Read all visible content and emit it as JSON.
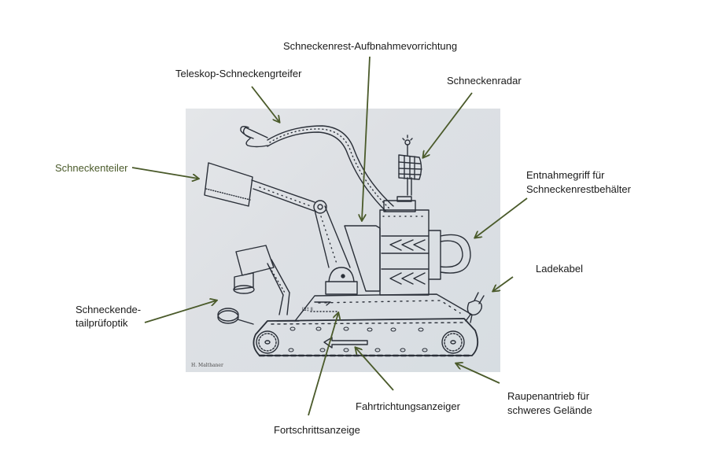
{
  "labels": {
    "aufnahme": "Schneckenrest-Aufbnahmevorrichtung",
    "teleskop": "Teleskop-Schneckengrteifer",
    "radar": "Schneckenradar",
    "teiler": "Schneckenteiler",
    "entnahme_line1": "Entnahmegriff für",
    "entnahme_line2": "Schneckenrestbehälter",
    "ladekabel": "Ladekabel",
    "detail_line1": "Schneckende-",
    "detail_line2": "tailprüfoptik",
    "raupen_line1": "Raupenantrieb für",
    "raupen_line2": "schweres Gelände",
    "fahrt": "Fahrtrichtungsanzeiger",
    "fortschritt": "Fortschrittsanzeige"
  },
  "signature": "H. Malthaner",
  "colors": {
    "arrow": "#4a5a2a",
    "ink": "#2a2f38",
    "paper": "#dfe2e6",
    "accent_label": "#4a5a2a"
  }
}
